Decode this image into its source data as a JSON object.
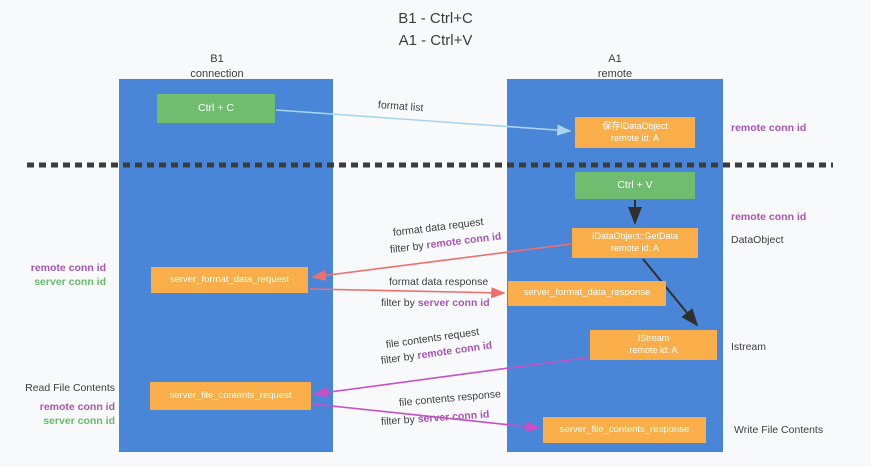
{
  "title": {
    "line1": "B1 - Ctrl+C",
    "line2": "A1 - Ctrl+V"
  },
  "lanes": {
    "b1": {
      "name": "B1",
      "sub": "connection"
    },
    "a1": {
      "name": "A1",
      "sub": "remote"
    }
  },
  "nodes": {
    "ctrl_c": {
      "label": "Ctrl + C"
    },
    "ctrl_v": {
      "label": "Ctrl + V"
    },
    "save_idataobject": {
      "line1": "保存IDataObject",
      "line2": "remote id: A"
    },
    "idataobject_getdata": {
      "line1": "IDataObject::GetData",
      "line2": "remote id: A"
    },
    "istream": {
      "line1": "IStream",
      "line2": "remote id: A"
    },
    "server_format_data_request": {
      "label": "server_format_data_request"
    },
    "server_format_data_response": {
      "label": "server_format_data_response"
    },
    "server_file_contents_request": {
      "label": "server_file_contents_request"
    },
    "server_file_contents_response": {
      "label": "server_file_contents_response"
    }
  },
  "arrow_labels": {
    "format_list": "format list",
    "format_data_request": "format data request",
    "format_data_response": "format data response",
    "file_contents_request": "file contents request",
    "file_contents_response": "file contents response",
    "filter_by": "filter by",
    "remote_conn_id": "remote conn id",
    "server_conn_id": "server conn id"
  },
  "side_labels": {
    "left": {
      "remote_conn_id": "remote conn id",
      "server_conn_id": "server conn id",
      "read_file_contents": "Read File Contents"
    },
    "right": {
      "remote_conn_id_top": "remote conn id",
      "remote_conn_id_mid": "remote conn id",
      "dataobject": "DataObject",
      "istream": "Istream",
      "write_file_contents": "Write File Contents"
    }
  },
  "colors": {
    "lane_blue": "#4a86d8",
    "box_green": "#71bd70",
    "box_orange": "#f9ae49",
    "arrow_light_blue": "#a9d4ef",
    "arrow_red": "#ef6f6d",
    "arrow_magenta": "#c750c7",
    "arrow_black": "#2f2f2f",
    "label_purple": "#a855b5",
    "label_green": "#67bb6a",
    "text_dark": "#3d3d3d",
    "background": "#f8f9fa"
  }
}
